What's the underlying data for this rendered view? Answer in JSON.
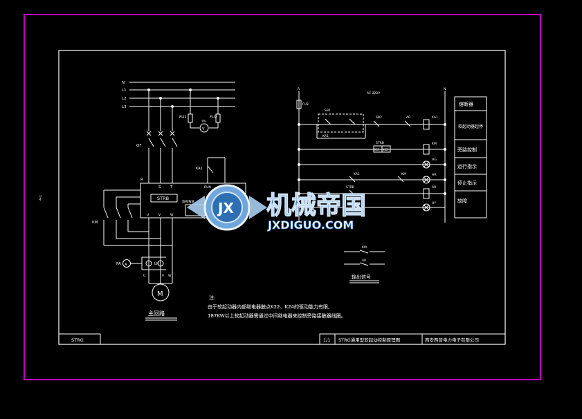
{
  "colors": {
    "background": "#000000",
    "outer_border": "#c000c0",
    "line": "#ffffff",
    "watermark_blue": "#3a7fc8",
    "watermark_light": "#a9cdf0"
  },
  "main_circuit": {
    "phases": [
      "N",
      "L1",
      "L2",
      "L3"
    ],
    "breaker": "QF",
    "fuse1": "FU1",
    "fuse2": "FU2",
    "voltmeter": "V",
    "voltmeter_tag": "PV",
    "input_terminals": [
      "R",
      "S",
      "T"
    ],
    "starter": "STRB",
    "starter_sub": "监视系统",
    "run_terminal": "RUN",
    "relay_contact": "KA1",
    "bypass_contactor": "KM",
    "output_terminals": [
      "U",
      "V",
      "W"
    ],
    "ammeter": "PA",
    "ammeter_symbol": "A",
    "current_transformer": "LH",
    "motor_symbol": "M",
    "motor_terminals": [
      "U",
      "V",
      "W"
    ],
    "caption": "主回路",
    "side_marker": "4-1"
  },
  "control_circuit": {
    "top_left": "R",
    "top_right": "N",
    "supply": "AC 220V",
    "fuse": "FU3",
    "sb1": "SB1",
    "sb2": "SB2",
    "ka1": "KA1",
    "ar": "AR",
    "strb_label": "STRB",
    "strb_terminals": [
      "K11",
      "K12"
    ],
    "km_coil": "KM",
    "ka1_contact": "KA1",
    "km_contact": "KM",
    "hg": "HG",
    "strb_contact": "STRB",
    "hr": "HR",
    "ar_coil": "AR",
    "hy": "HY"
  },
  "legend_table": [
    "熔断器",
    "软起动器起停",
    "旁路控制",
    "运行指示",
    "停止指示",
    "故障"
  ],
  "output_signal": {
    "km": "KM",
    "ar": "AR",
    "caption": "输出信号"
  },
  "notes": {
    "heading": "注:",
    "line1": "由于软起动器内部继电器触点K22、K24的驱动能力有限,",
    "line2": "187KW以上软起动器需通过中间继电器来控制旁路接触器线圈。"
  },
  "title_block": {
    "code": "STRG",
    "sheet": "1/1",
    "title": "STRG通用型软起动控制原理图",
    "company": "西安西普电力电子有限公司"
  },
  "watermark": {
    "logo_text": "JX",
    "cn": "机械帝国",
    "en": "JXDIGUO.COM"
  }
}
